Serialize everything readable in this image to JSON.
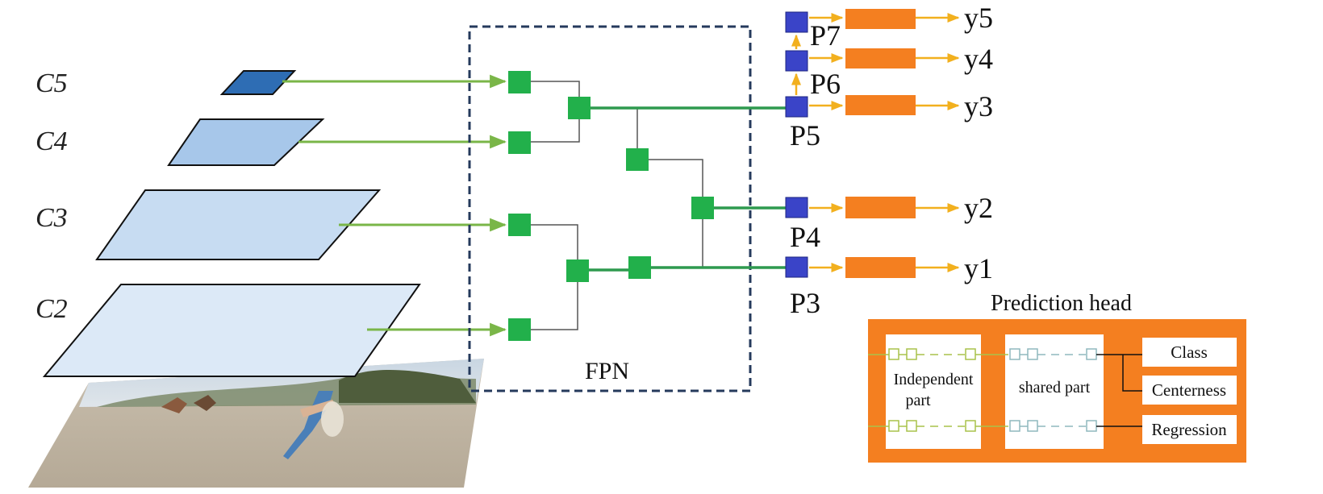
{
  "levels": [
    {
      "id": "c5",
      "label": "C5"
    },
    {
      "id": "c4",
      "label": "C4"
    },
    {
      "id": "c3",
      "label": "C3"
    },
    {
      "id": "c2",
      "label": "C2"
    }
  ],
  "fpn": {
    "label": "FPN"
  },
  "pyramid": [
    {
      "id": "p7",
      "label": "P7",
      "output": "y5"
    },
    {
      "id": "p6",
      "label": "P6",
      "output": "y4"
    },
    {
      "id": "p5",
      "label": "P5",
      "output": "y3"
    },
    {
      "id": "p4",
      "label": "P4",
      "output": "y2"
    },
    {
      "id": "p3",
      "label": "P3",
      "output": "y1"
    }
  ],
  "prediction_head": {
    "title": "Prediction head",
    "independent_label_line1": "Independent",
    "independent_label_line2": "part",
    "shared_label": "shared part",
    "outputs": [
      "Class",
      "Centerness",
      "Regression"
    ]
  },
  "colors": {
    "green_node": "#22b04b",
    "green_line": "#2e9a4f",
    "arrow_green": "#7ab648",
    "blue_node": "#3a44c8",
    "orange": "#f47f20",
    "arrow_yellow": "#f2b01e",
    "c5": "#2e6db4",
    "c4": "#a7c7ea",
    "c3": "#c7dcf2",
    "c2": "#dce9f7",
    "dashed_box": "#253a5c"
  }
}
